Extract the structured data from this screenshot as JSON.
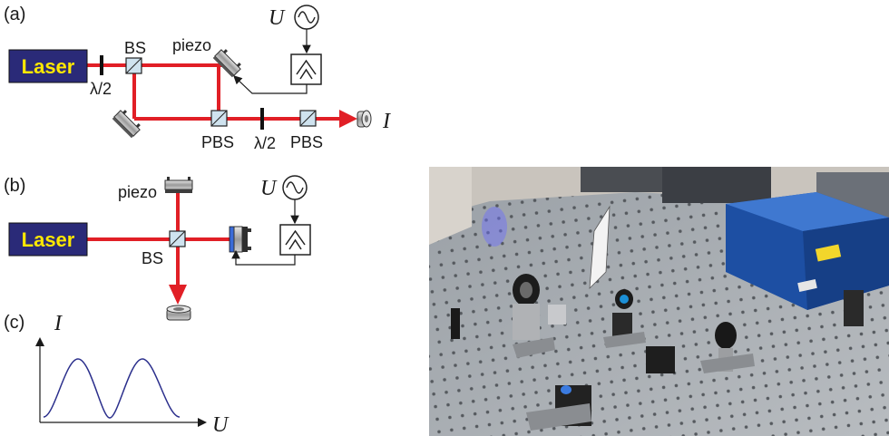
{
  "colors": {
    "beam": "#e11f26",
    "laser_box": "#2a2a78",
    "laser_text": "#ffe800",
    "curve": "#2b2f8c"
  },
  "panel_a": {
    "label": "(a)",
    "laser": "Laser",
    "half_wave_1": "λ/2",
    "bs": "BS",
    "piezo": "piezo",
    "voltage": "U",
    "pbs_1": "PBS",
    "half_wave_2": "λ/2",
    "pbs_2": "PBS",
    "intensity": "I"
  },
  "panel_b": {
    "label": "(b)",
    "laser": "Laser",
    "piezo": "piezo",
    "voltage": "U",
    "bs": "BS"
  },
  "panel_c": {
    "label": "(c)",
    "y_axis": "I",
    "x_axis": "U"
  }
}
